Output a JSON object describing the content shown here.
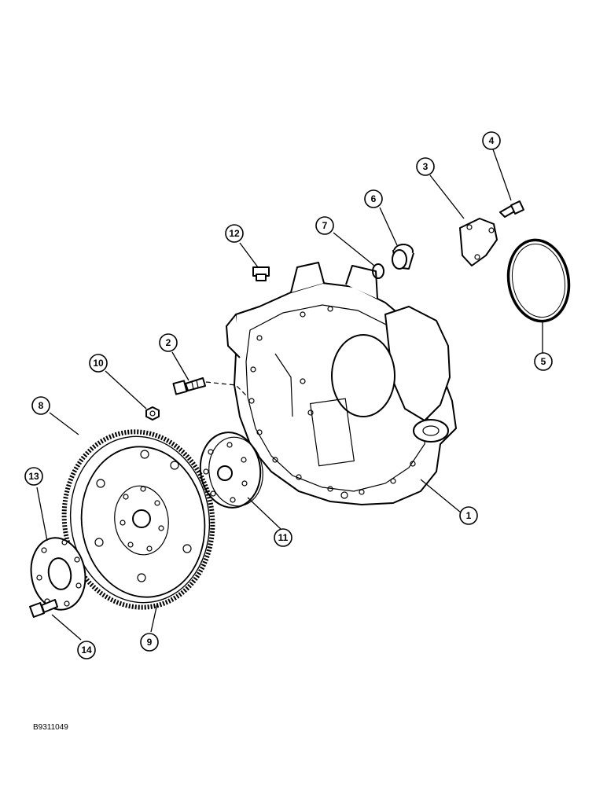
{
  "drawing_number": "B9311049",
  "callouts": [
    {
      "number": "1",
      "part": "flywheel-housing"
    },
    {
      "number": "2",
      "part": "housing-bolt"
    },
    {
      "number": "3",
      "part": "cover-plate"
    },
    {
      "number": "4",
      "part": "cover-bolt"
    },
    {
      "number": "5",
      "part": "o-ring"
    },
    {
      "number": "6",
      "part": "plug"
    },
    {
      "number": "7",
      "part": "plug-seal-ring"
    },
    {
      "number": "8",
      "part": "ring-gear"
    },
    {
      "number": "9",
      "part": "flywheel"
    },
    {
      "number": "10",
      "part": "nut"
    },
    {
      "number": "11",
      "part": "adapter-plate"
    },
    {
      "number": "12",
      "part": "fitting"
    },
    {
      "number": "13",
      "part": "retainer-plate"
    },
    {
      "number": "14",
      "part": "flywheel-bolt"
    }
  ]
}
